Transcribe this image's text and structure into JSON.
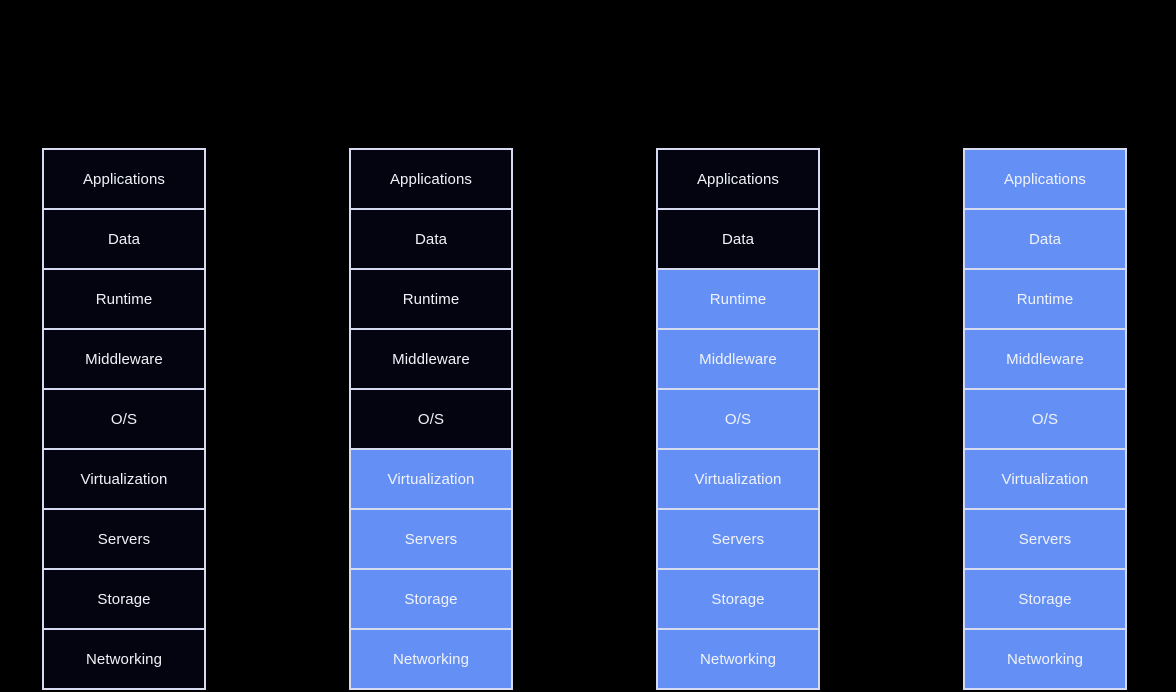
{
  "colors": {
    "background": "#000000",
    "box_dark_fill": "#040410",
    "box_managed_fill": "#6490F6",
    "box_border": "#D6DBF2",
    "box_text": "#F0F2F8"
  },
  "diagram": {
    "layers": [
      "Applications",
      "Data",
      "Runtime",
      "Middleware",
      "O/S",
      "Virtualization",
      "Servers",
      "Storage",
      "Networking"
    ],
    "columns": [
      {
        "cells": [
          {
            "label": "Applications",
            "state": "self"
          },
          {
            "label": "Data",
            "state": "self"
          },
          {
            "label": "Runtime",
            "state": "self"
          },
          {
            "label": "Middleware",
            "state": "self"
          },
          {
            "label": "O/S",
            "state": "self"
          },
          {
            "label": "Virtualization",
            "state": "self"
          },
          {
            "label": "Servers",
            "state": "self"
          },
          {
            "label": "Storage",
            "state": "self"
          },
          {
            "label": "Networking",
            "state": "self"
          }
        ]
      },
      {
        "cells": [
          {
            "label": "Applications",
            "state": "self"
          },
          {
            "label": "Data",
            "state": "self"
          },
          {
            "label": "Runtime",
            "state": "self"
          },
          {
            "label": "Middleware",
            "state": "self"
          },
          {
            "label": "O/S",
            "state": "self"
          },
          {
            "label": "Virtualization",
            "state": "managed"
          },
          {
            "label": "Servers",
            "state": "managed"
          },
          {
            "label": "Storage",
            "state": "managed"
          },
          {
            "label": "Networking",
            "state": "managed"
          }
        ]
      },
      {
        "cells": [
          {
            "label": "Applications",
            "state": "self"
          },
          {
            "label": "Data",
            "state": "self"
          },
          {
            "label": "Runtime",
            "state": "managed"
          },
          {
            "label": "Middleware",
            "state": "managed"
          },
          {
            "label": "O/S",
            "state": "managed"
          },
          {
            "label": "Virtualization",
            "state": "managed"
          },
          {
            "label": "Servers",
            "state": "managed"
          },
          {
            "label": "Storage",
            "state": "managed"
          },
          {
            "label": "Networking",
            "state": "managed"
          }
        ]
      },
      {
        "cells": [
          {
            "label": "Applications",
            "state": "managed"
          },
          {
            "label": "Data",
            "state": "managed"
          },
          {
            "label": "Runtime",
            "state": "managed"
          },
          {
            "label": "Middleware",
            "state": "managed"
          },
          {
            "label": "O/S",
            "state": "managed"
          },
          {
            "label": "Virtualization",
            "state": "managed"
          },
          {
            "label": "Servers",
            "state": "managed"
          },
          {
            "label": "Storage",
            "state": "managed"
          },
          {
            "label": "Networking",
            "state": "managed"
          }
        ]
      }
    ]
  }
}
